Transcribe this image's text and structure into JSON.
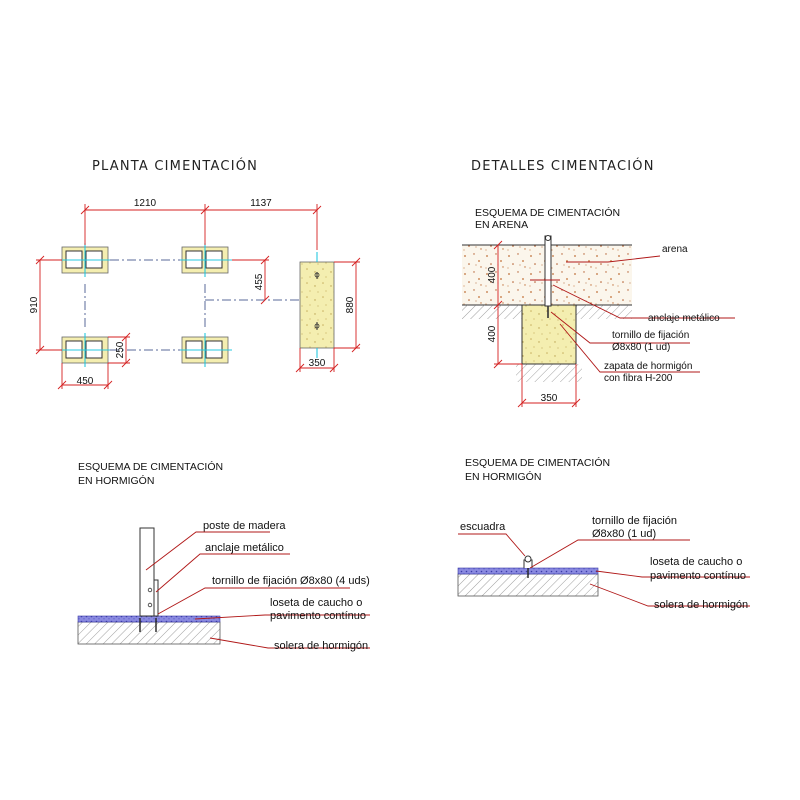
{
  "plan": {
    "title": "PLANTA CIMENTACIÓN",
    "dim_1210": "1210",
    "dim_1137": "1137",
    "dim_910": "910",
    "dim_455": "455",
    "dim_880": "880",
    "dim_250": "250",
    "dim_450": "450",
    "dim_350": "350"
  },
  "details": {
    "title": "DETALLES CIMENTACIÓN"
  },
  "sand_detail": {
    "title_line1": "ESQUEMA DE CIMENTACIÓN",
    "title_line2": "EN ARENA",
    "label_arena": "arena",
    "label_anclaje": "anclaje metálico",
    "label_tornillo_1": "tornillo de fijación",
    "label_tornillo_2": "Ø8x80 (1 ud)",
    "label_zapata_1": "zapata de hormigón",
    "label_zapata_2": "con fibra H-200",
    "dim_400_top": "400",
    "dim_400_bottom": "400",
    "dim_350": "350"
  },
  "concrete_detail_left": {
    "title_line1": "ESQUEMA DE CIMENTACIÓN",
    "title_line2": "EN HORMIGÓN",
    "label_poste": "poste de madera",
    "label_anclaje": "anclaje metálico",
    "label_tornillo": "tornillo de fijación Ø8x80 (4 uds)",
    "label_loseta_1": "loseta de caucho o",
    "label_loseta_2": "pavimento contínuo",
    "label_solera": "solera de hormigón"
  },
  "concrete_detail_right": {
    "title_line1": "ESQUEMA DE CIMENTACIÓN",
    "title_line2": "EN HORMIGÓN",
    "label_escuadra": "escuadra",
    "label_tornillo_1": "tornillo de fijación",
    "label_tornillo_2": "Ø8x80 (1 ud)",
    "label_loseta_1": "loseta de caucho o",
    "label_loseta_2": "pavimento contínuo",
    "label_solera": "solera de hormigón"
  },
  "colors": {
    "dimension": "#d42020",
    "leader": "#b01818",
    "axis": "#5a6a9a",
    "footing_fill": "#f4eeb0",
    "gravel_fill": "#d9a97a",
    "paving": "#6a6acf",
    "cyan_marker": "#27c8e0"
  }
}
